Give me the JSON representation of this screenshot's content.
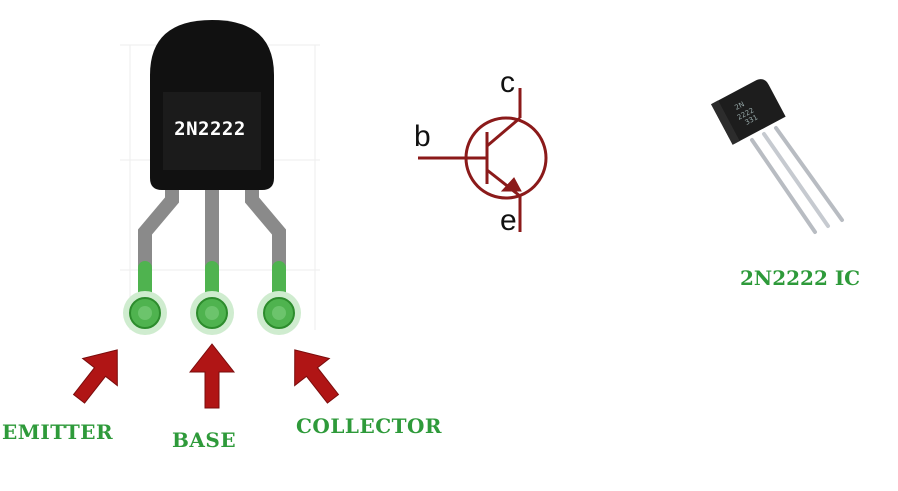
{
  "package": {
    "marking": "2N2222"
  },
  "pins": [
    {
      "key": "emitter",
      "label": "EMITTER"
    },
    {
      "key": "base",
      "label": "BASE"
    },
    {
      "key": "collector",
      "label": "COLLECTOR"
    }
  ],
  "symbol": {
    "collector_label": "c",
    "base_label": "b",
    "emitter_label": "e"
  },
  "ic_photo": {
    "caption": "2N2222 IC",
    "marking_line1": "2N",
    "marking_line2": "2222",
    "marking_line3": "331"
  },
  "colors": {
    "body": "#111111",
    "lead": "#8a8a8a",
    "pad": "#4fb34f",
    "arrow": "#b01515",
    "symbol": "#8b1a1a",
    "label_green": "#2e9a3a"
  }
}
